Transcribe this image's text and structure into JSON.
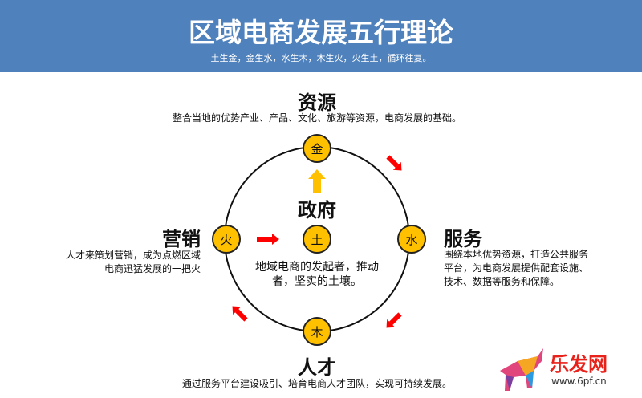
{
  "header": {
    "title": "区域电商发展五行理论",
    "subtitle": "土生金，金生水，水生木，木生火，火生土，循环往复。"
  },
  "top": {
    "title": "资源",
    "desc": "整合当地的优势产业、产品、文化、旅游等资源，电商发展的基础。"
  },
  "center": {
    "title": "政府",
    "desc_lines": [
      "地域电商的发起者，推动",
      "者，坚实的土壤。"
    ]
  },
  "left": {
    "title": "营销",
    "desc_lines": [
      "人才来策划营销，成为点燃区域",
      "电商迅猛发展的一把火"
    ]
  },
  "right": {
    "title": "服务",
    "desc_lines": [
      "围绕本地优势资源，打造公共服务",
      "平台，为电商发展提供配套设施、",
      "技术、数据等服务和保障。"
    ]
  },
  "bottom": {
    "title": "人才",
    "desc": "通过服务平台建设吸引、培育电商人才团队，实现可持续发展。"
  },
  "nodes": {
    "metal": "金",
    "water": "水",
    "wood": "木",
    "fire": "火",
    "earth": "土"
  },
  "logo": {
    "name": "乐发网",
    "url": "www.6pf.cn"
  },
  "colors": {
    "header": "#4f81bd",
    "node": "#ffc000",
    "arrow": "#ff0000"
  }
}
